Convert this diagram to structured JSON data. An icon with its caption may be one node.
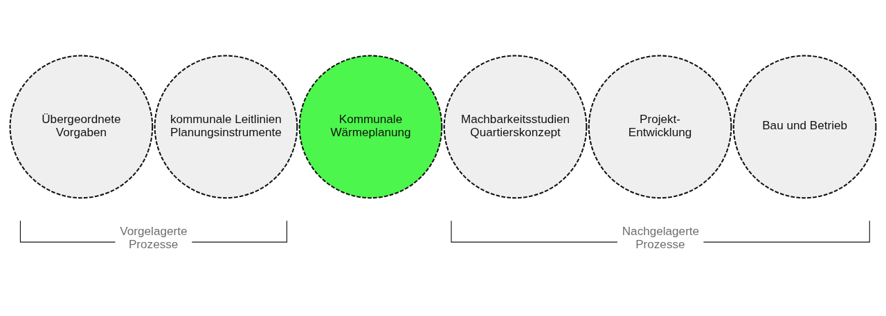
{
  "diagram": {
    "nodes": [
      {
        "text": [
          "Übergeordnete Vorgaben"
        ]
      },
      {
        "text": [
          "kommunale Leitlinien Planungsinstrumente"
        ]
      },
      {
        "text": [
          "Kommunale Wärmeplanung"
        ]
      },
      {
        "text": [
          "Machbarkeitsstudien Quartierskonzept"
        ]
      },
      {
        "text": [
          "Projekt- Entwicklung"
        ]
      },
      {
        "text": [
          "Bau und Betrieb"
        ]
      }
    ],
    "labels": [
      "Vorgelagerte Prozesse",
      "Nachgelagerte Prozesse"
    ]
  }
}
